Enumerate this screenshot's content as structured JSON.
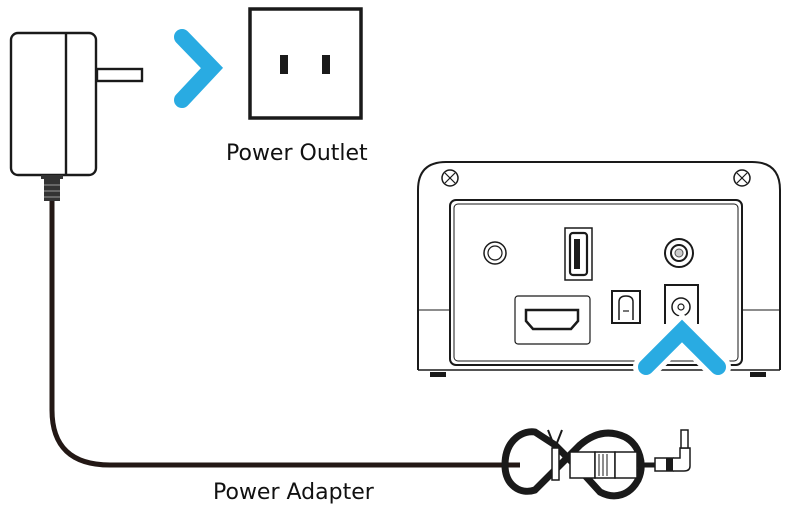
{
  "labels": {
    "power_outlet": "Power Outlet",
    "power_adapter": "Power Adapter"
  },
  "colors": {
    "accent_arrow": "#29abe2",
    "line": "#1a1a1a",
    "cable": "#231815"
  },
  "components": {
    "adapter": "wall power adapter with flat prongs",
    "outlet": "two-slot power outlet",
    "device_ports": [
      "round button",
      "vertical USB port",
      "audio jack",
      "HDMI port",
      "optical audio port",
      "DC power input"
    ],
    "cable_end": "coiled cable with twist tie and right-angle DC plug"
  },
  "icons": {
    "arrow_to_outlet": "chevron-right-icon",
    "arrow_to_dc_in": "chevron-up-icon"
  }
}
